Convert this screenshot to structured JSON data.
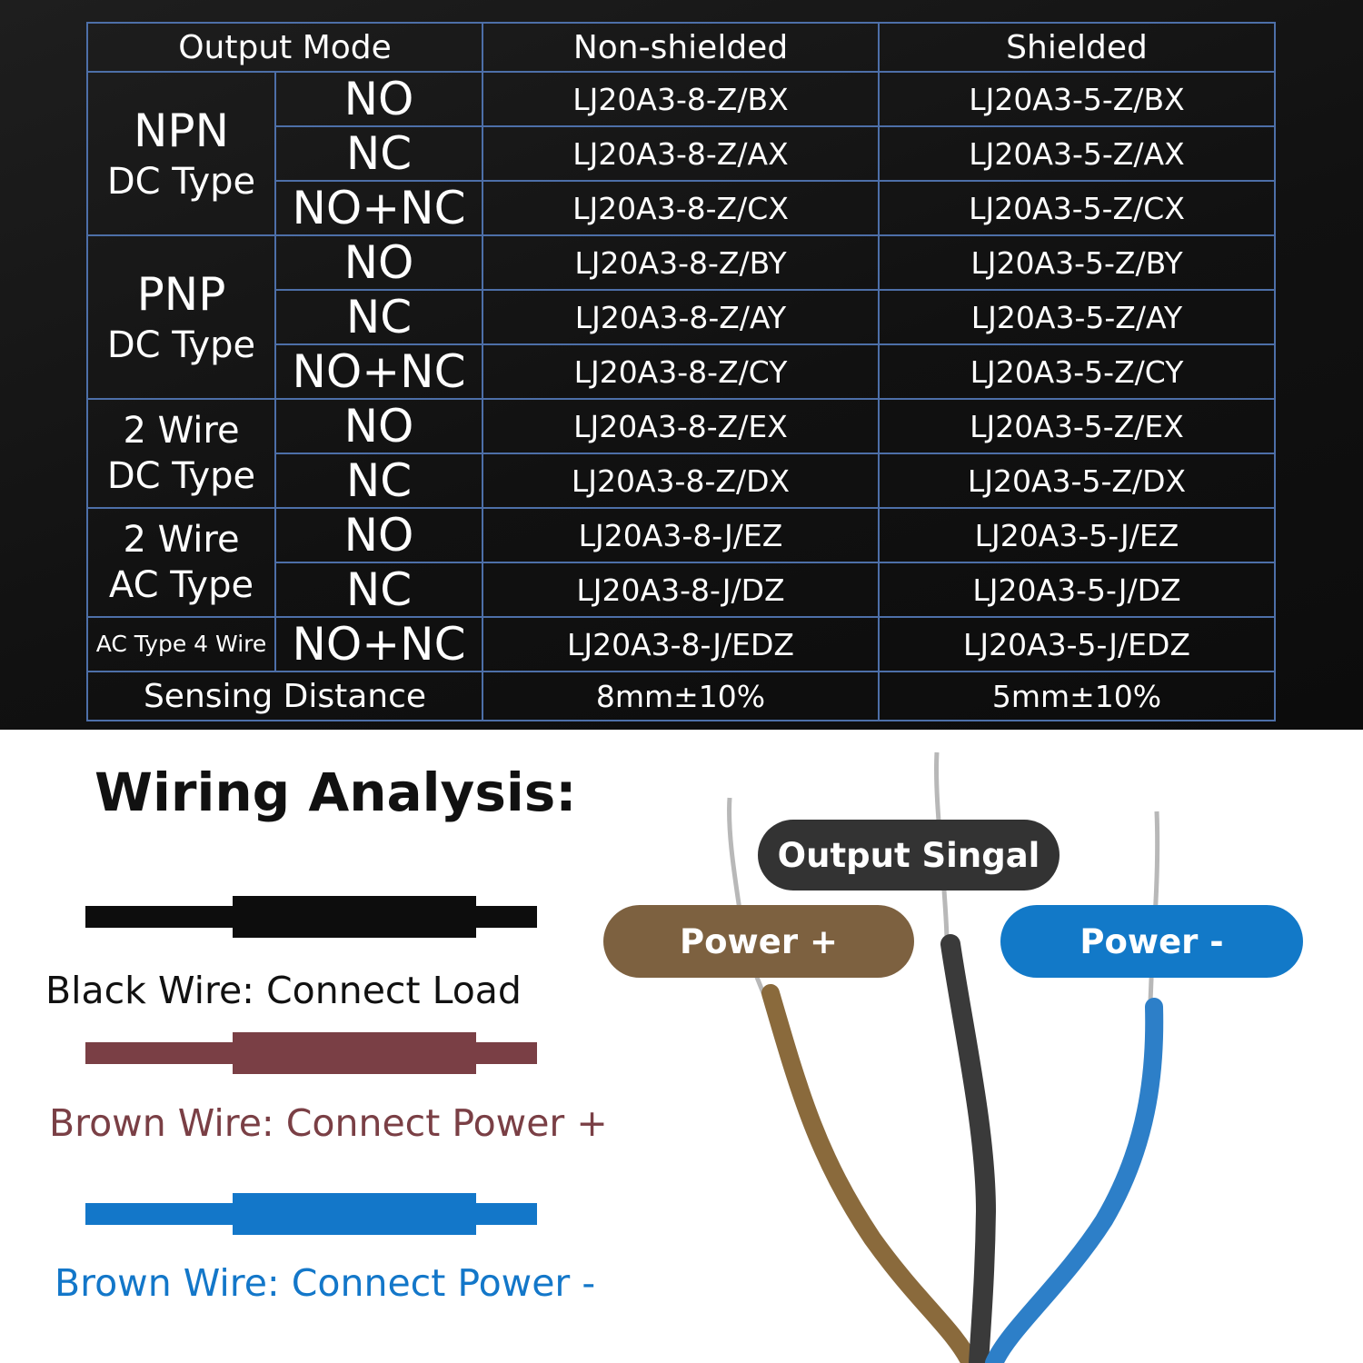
{
  "table": {
    "headers": [
      "Output Mode",
      "Non-shielded",
      "Shielded"
    ],
    "groups": [
      {
        "name_line1": "NPN",
        "name_line2": "DC Type",
        "rows": [
          {
            "mode": "NO",
            "non_shielded": "LJ20A3-8-Z/BX",
            "shielded": "LJ20A3-5-Z/BX"
          },
          {
            "mode": "NC",
            "non_shielded": "LJ20A3-8-Z/AX",
            "shielded": "LJ20A3-5-Z/AX"
          },
          {
            "mode": "NO+NC",
            "non_shielded": "LJ20A3-8-Z/CX",
            "shielded": "LJ20A3-5-Z/CX"
          }
        ]
      },
      {
        "name_line1": "PNP",
        "name_line2": "DC Type",
        "rows": [
          {
            "mode": "NO",
            "non_shielded": "LJ20A3-8-Z/BY",
            "shielded": "LJ20A3-5-Z/BY"
          },
          {
            "mode": "NC",
            "non_shielded": "LJ20A3-8-Z/AY",
            "shielded": "LJ20A3-5-Z/AY"
          },
          {
            "mode": "NO+NC",
            "non_shielded": "LJ20A3-8-Z/CY",
            "shielded": "LJ20A3-5-Z/CY"
          }
        ]
      },
      {
        "name_line1": "2 Wire",
        "name_line2": "DC Type",
        "rows": [
          {
            "mode": "NO",
            "non_shielded": "LJ20A3-8-Z/EX",
            "shielded": "LJ20A3-5-Z/EX"
          },
          {
            "mode": "NC",
            "non_shielded": "LJ20A3-8-Z/DX",
            "shielded": "LJ20A3-5-Z/DX"
          }
        ]
      },
      {
        "name_line1": "2 Wire",
        "name_line2": "AC Type",
        "rows": [
          {
            "mode": "NO",
            "non_shielded": "LJ20A3-8-J/EZ",
            "shielded": "LJ20A3-5-J/EZ"
          },
          {
            "mode": "NC",
            "non_shielded": "LJ20A3-8-J/DZ",
            "shielded": "LJ20A3-5-J/DZ"
          }
        ]
      },
      {
        "name_line1": "AC Type 4 Wire",
        "rows": [
          {
            "mode": "NO+NC",
            "non_shielded": "LJ20A3-8-J/EDZ",
            "shielded": "LJ20A3-5-J/EDZ"
          }
        ]
      }
    ],
    "sensing": {
      "label": "Sensing Distance",
      "non_shielded": "8mm±10%",
      "shielded": "5mm±10%"
    }
  },
  "wiring": {
    "title": "Wiring Analysis:",
    "legend": [
      {
        "label": "Black Wire: Connect Load",
        "color": "#0d0d0d",
        "text_color": "#111111"
      },
      {
        "label": "Brown Wire: Connect Power +",
        "color": "#7a3f45",
        "text_color": "#7a3f45"
      },
      {
        "label": "Brown Wire: Connect Power -",
        "color": "#1377c9",
        "text_color": "#1377c9"
      }
    ],
    "pills": [
      {
        "label": "Output Singal",
        "color": "#333333"
      },
      {
        "label": "Power +",
        "color": "#7d6140"
      },
      {
        "label": "Power -",
        "color": "#1279c8"
      }
    ],
    "wire_colors": {
      "brown": "#8a6a3c",
      "black": "#3a3a3a",
      "blue": "#2d7fc8",
      "strand": "#b8b8b8"
    }
  }
}
